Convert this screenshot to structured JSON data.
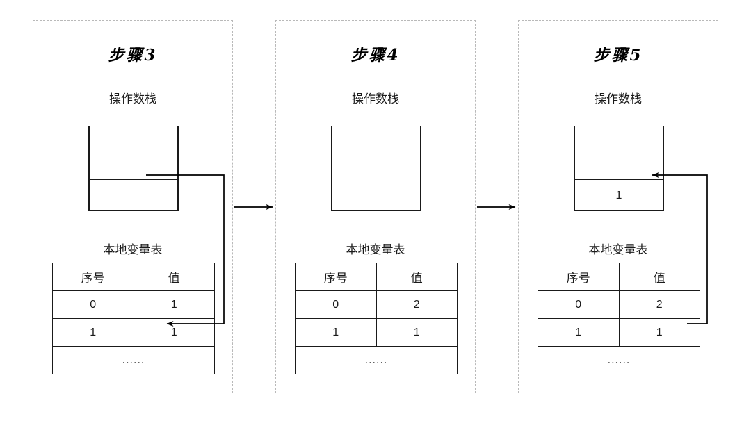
{
  "diagram": {
    "title_font_style": "calligraphic",
    "line_color": "#1a1a1a",
    "panel_border_color": "#b9b9b9",
    "background": "#ffffff"
  },
  "labels": {
    "operand_stack": "操作数栈",
    "local_variable_table": "本地变量表",
    "col_index": "序号",
    "col_value": "值",
    "ellipsis": "......"
  },
  "panels": [
    {
      "id": "step-3",
      "title": "步骤3",
      "stack_label": "操作数栈",
      "stack": {
        "has_cell": true,
        "cell_value": "",
        "arrow_direction": "out-right"
      },
      "table_label": "本地变量表",
      "headers": [
        "序号",
        "值"
      ],
      "rows": [
        [
          "0",
          "1"
        ],
        [
          "1",
          "1"
        ]
      ],
      "ellipsis_row": "......",
      "connector": {
        "from": "stack-cell",
        "to": "table-row-1",
        "arrowhead_at": "table-row-1"
      }
    },
    {
      "id": "step-4",
      "title": "步骤4",
      "stack_label": "操作数栈",
      "stack": {
        "has_cell": false,
        "cell_value": "",
        "arrow_direction": "none"
      },
      "table_label": "本地变量表",
      "headers": [
        "序号",
        "值"
      ],
      "rows": [
        [
          "0",
          "2"
        ],
        [
          "1",
          "1"
        ]
      ],
      "ellipsis_row": "......",
      "connector": null
    },
    {
      "id": "step-5",
      "title": "步骤5",
      "stack_label": "操作数栈",
      "stack": {
        "has_cell": true,
        "cell_value": "1",
        "arrow_direction": "in-from-right"
      },
      "table_label": "本地变量表",
      "headers": [
        "序号",
        "值"
      ],
      "rows": [
        [
          "0",
          "2"
        ],
        [
          "1",
          "1"
        ]
      ],
      "ellipsis_row": "......",
      "connector": {
        "from": "table-row-1",
        "to": "stack-cell",
        "arrowhead_at": "stack-cell"
      }
    }
  ],
  "flow_arrows": [
    {
      "from": "step-3",
      "to": "step-4",
      "direction": "right"
    },
    {
      "from": "step-4",
      "to": "step-5",
      "direction": "right"
    }
  ]
}
